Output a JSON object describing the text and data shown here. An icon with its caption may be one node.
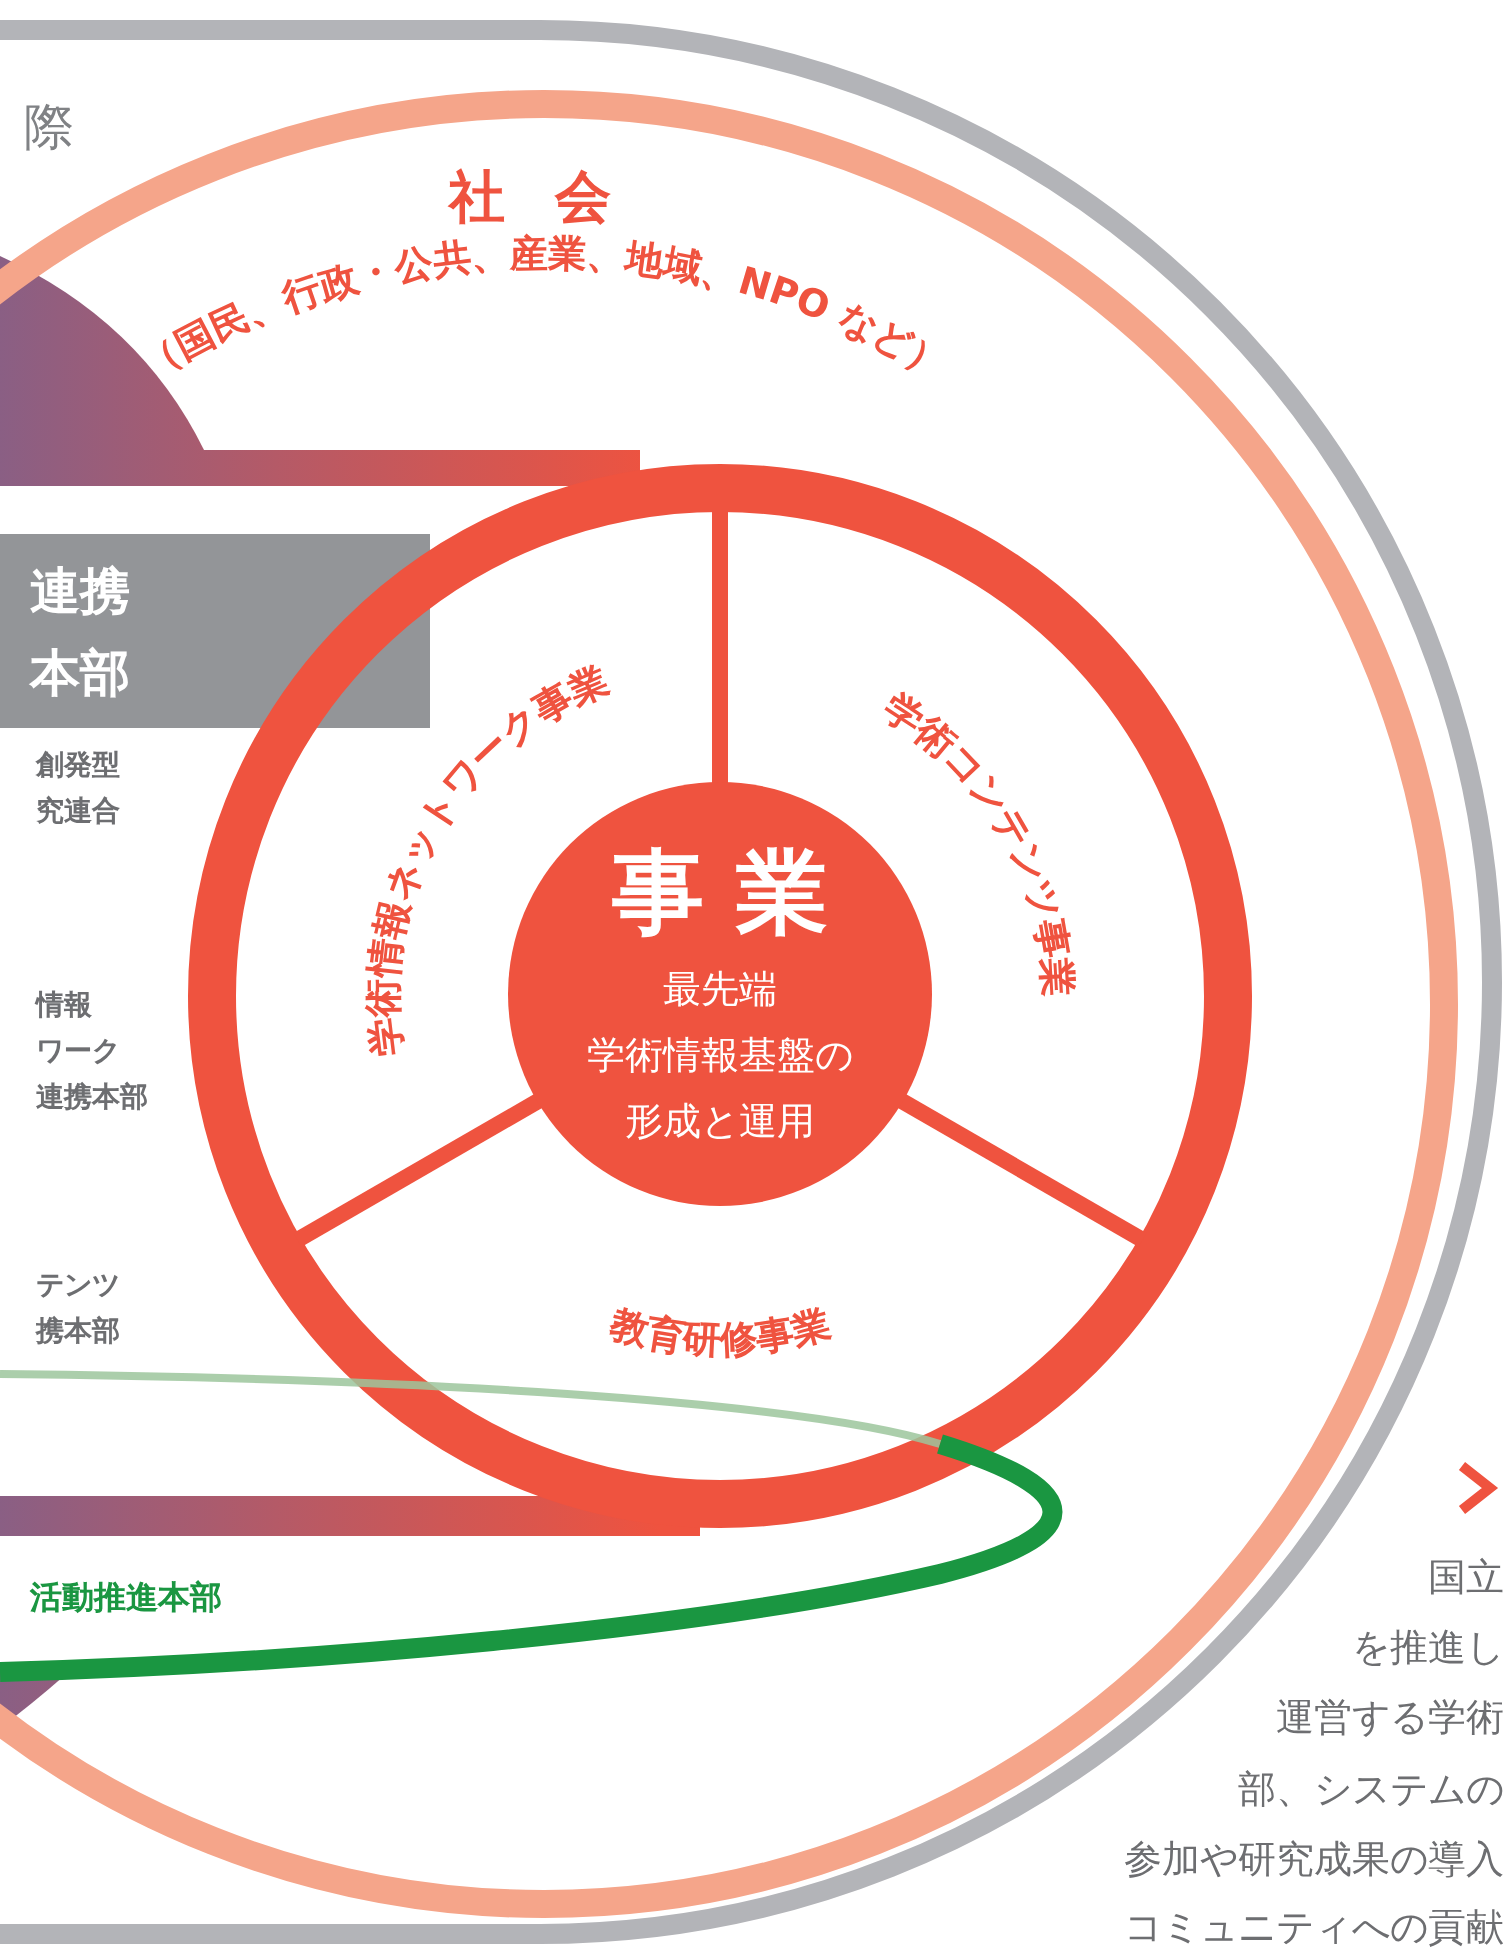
{
  "diagram": {
    "nodes": [
      {
        "text": [
          "社会",
          "（国民、行政・公共、産業、地域、NPO など）"
        ]
      },
      {
        "text": [
          "学術情報ネットワーク事業"
        ],
        "in": 0
      },
      {
        "text": [
          "学術コンテンツ事業"
        ],
        "in": 0
      },
      {
        "text": [
          "教育研修事業"
        ],
        "in": 0
      },
      {
        "text": [
          "事業",
          "最先端学術情報基盤の形成と運用"
        ],
        "in": 0
      },
      {
        "text": [
          "連携本部"
        ],
        "in": 0
      }
    ],
    "labels": [
      "際",
      "創発型究連合",
      "情報ワーク連携本部",
      "テンツ携本部",
      "活動推進本部",
      "国立",
      "を推進し",
      "運営する学術",
      "部、システムの",
      "参加や研究成果の導入",
      "コミュニティへの貢献"
    ]
  }
}
